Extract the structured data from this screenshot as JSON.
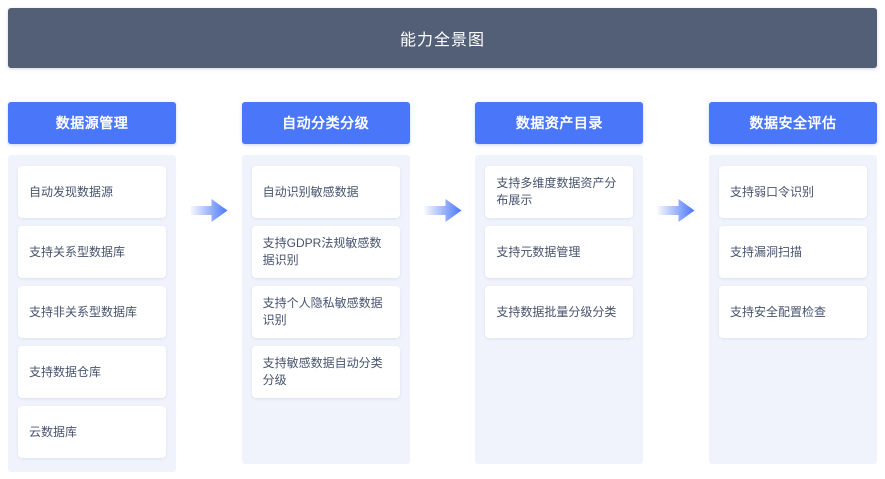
{
  "banner": {
    "title": "能力全景图"
  },
  "colors": {
    "banner_bg": "#535f76",
    "column_header_bg": "#4a76f9",
    "column_body_bg": "#f0f3fc",
    "card_bg": "#ffffff",
    "card_text": "#47536e",
    "arrow": "#4a76f9"
  },
  "columns": [
    {
      "header": "数据源管理",
      "items": [
        "自动发现数据源",
        "支持关系型数据库",
        "支持非关系型数据库",
        "支持数据仓库",
        "云数据库"
      ]
    },
    {
      "header": "自动分类分级",
      "items": [
        "自动识别敏感数据",
        "支持GDPR法规敏感数据识别",
        "支持个人隐私敏感数据识别",
        "支持敏感数据自动分类分级"
      ]
    },
    {
      "header": "数据资产目录",
      "items": [
        "支持多维度数据资产分布展示",
        "支持元数据管理",
        "支持数据批量分级分类"
      ]
    },
    {
      "header": "数据安全评估",
      "items": [
        "支持弱口令识别",
        "支持漏洞扫描",
        "支持安全配置检查"
      ]
    }
  ],
  "connectors": [
    {
      "name": "arrow-1",
      "direction": "right"
    },
    {
      "name": "arrow-2",
      "direction": "right"
    },
    {
      "name": "arrow-3",
      "direction": "right"
    }
  ]
}
